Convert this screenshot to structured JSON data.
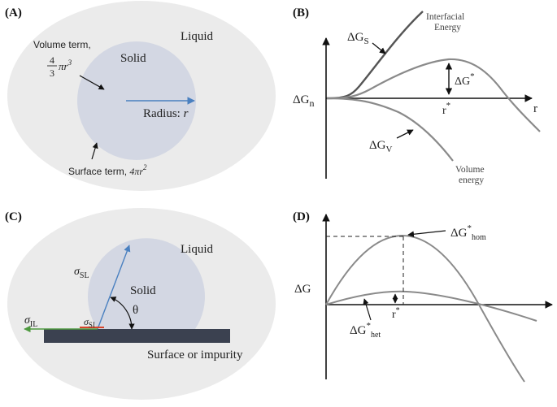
{
  "panels": {
    "a": {
      "label": "(A)",
      "liquid": "Liquid",
      "solid": "Solid",
      "volume_term": "Volume term,",
      "volume_frac_num": "4",
      "volume_frac_den": "3",
      "volume_expr_main": "πr",
      "volume_expr_sup": "3",
      "radius": "Radius: ",
      "radius_var": "r",
      "surface_term": "Surface term, ",
      "surface_expr_main": "4πr",
      "surface_expr_sup": "2"
    },
    "b": {
      "label": "(B)",
      "y_label_main": "ΔG",
      "y_label_sub": "n",
      "interfacial_line1": "Interfacial",
      "interfacial_line2": "Energy",
      "gs_main": "ΔG",
      "gs_sub": "S",
      "gstar_main": "ΔG",
      "gstar_sup": "*",
      "rstar_main": "r",
      "rstar_sup": "*",
      "x_label": "r",
      "gv_main": "ΔG",
      "gv_sub": "V",
      "volume_line1": "Volume",
      "volume_line2": "energy"
    },
    "c": {
      "label": "(C)",
      "liquid": "Liquid",
      "solid": "Solid",
      "sigma": "σ",
      "sl_sub": "SL",
      "il_sub": "IL",
      "si_sub": "SI",
      "theta": "θ",
      "surface": "Surface or impurity"
    },
    "d": {
      "label": "(D)",
      "y_label": "ΔG",
      "hom_main": "ΔG",
      "hom_sup": "*",
      "hom_sub": "hom",
      "het_main": "ΔG",
      "het_sup": "*",
      "het_sub": "het",
      "rstar_main": "r",
      "rstar_sup": "*"
    }
  },
  "colors": {
    "liquid_fill": "#ebebeb",
    "solid_fill": "#d3d7e3",
    "arrow_blue": "#4a80c0",
    "plate": "#3b4150",
    "curve_gray": "#8a8a8a",
    "axis": "#111111",
    "red": "#d7452b",
    "green": "#4e9a3f"
  }
}
